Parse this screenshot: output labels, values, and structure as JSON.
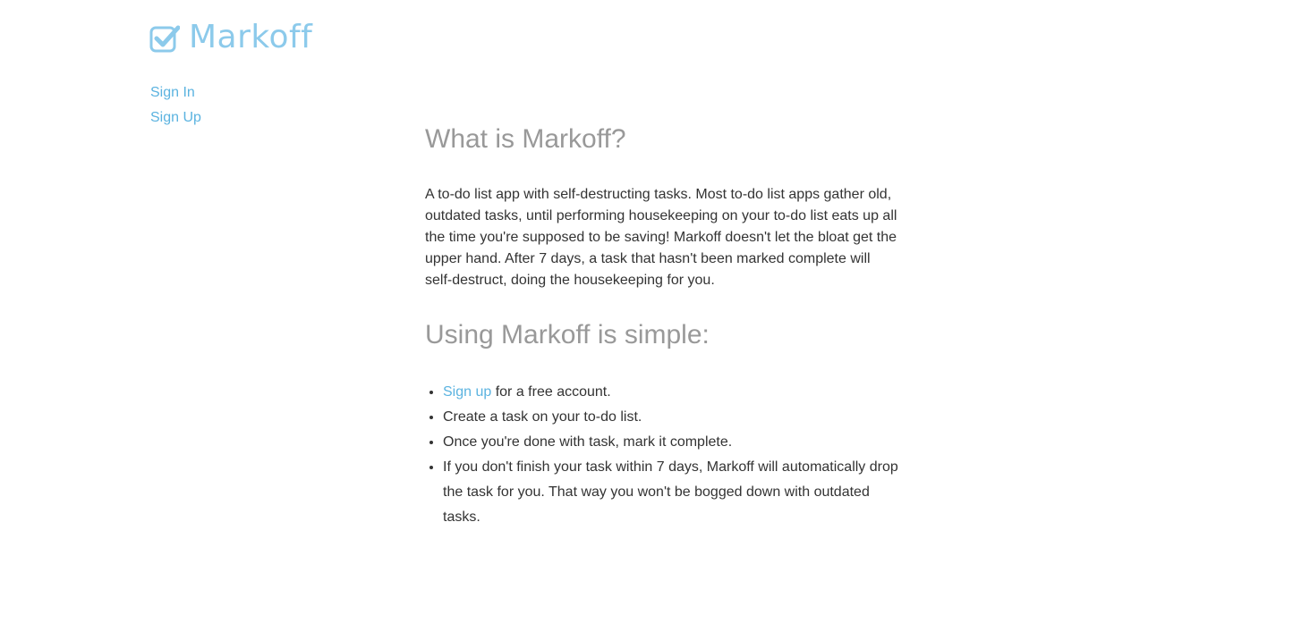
{
  "brand": {
    "name": "Markoff",
    "icon": "checkbox-check-icon",
    "color": "#8ccaeb"
  },
  "nav": {
    "sign_in": "Sign In",
    "sign_up": "Sign Up"
  },
  "about": {
    "heading": "What is Markoff?",
    "body": "A to-do list app with self-destructing tasks. Most to-do list apps gather old, outdated tasks, until performing housekeeping on your to-do list eats up all the time you're supposed to be saving! Markoff doesn't let the bloat get the upper hand. After 7 days, a task that hasn't been marked complete will self-destruct, doing the housekeeping for you."
  },
  "usage": {
    "heading": "Using Markoff is simple:",
    "step1_link": "Sign up",
    "step1_rest": " for a free account.",
    "step2": "Create a task on your to-do list.",
    "step3": "Once you're done with task, mark it complete.",
    "step4": "If you don't finish your task within 7 days, Markoff will automatically drop the task for you. That way you won't be bogged down with outdated tasks."
  },
  "colors": {
    "link": "#5bb3e0",
    "heading": "#999999",
    "text": "#333333"
  }
}
